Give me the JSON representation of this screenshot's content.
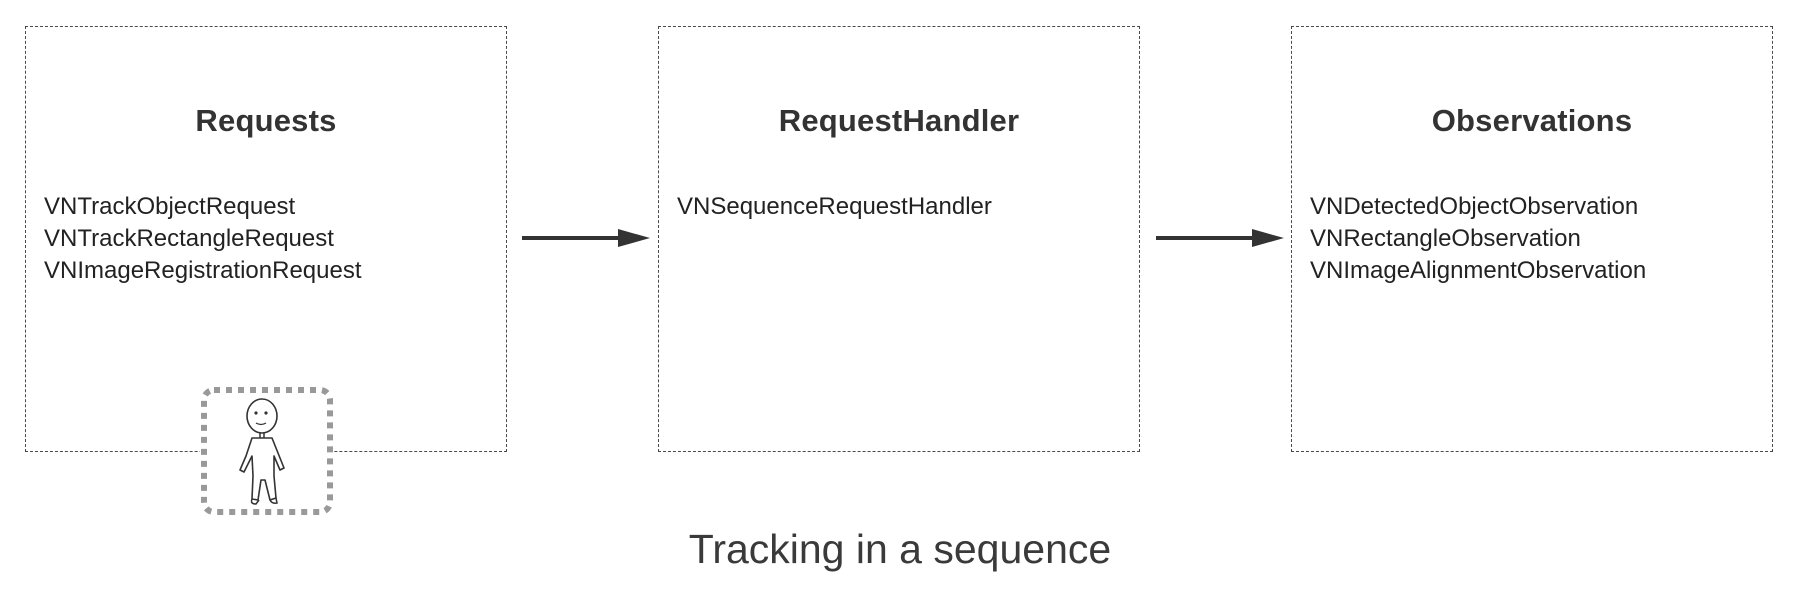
{
  "boxes": [
    {
      "title": "Requests",
      "items": [
        "VNTrackObjectRequest",
        "VNTrackRectangleRequest",
        "VNImageRegistrationRequest"
      ]
    },
    {
      "title": "RequestHandler",
      "items": [
        "VNSequenceRequestHandler"
      ]
    },
    {
      "title": "Observations",
      "items": [
        "VNDetectedObjectObservation",
        "VNRectangleObservation",
        "VNImageAlignmentObservation"
      ]
    }
  ],
  "caption": "Tracking in a sequence",
  "colors": {
    "border": "#4a4a4a",
    "text": "#333333",
    "arrow": "#333333",
    "figure_frame": "#999999"
  },
  "icons": {
    "arrow": "right-arrow-icon",
    "figure": "person-figure-icon"
  }
}
